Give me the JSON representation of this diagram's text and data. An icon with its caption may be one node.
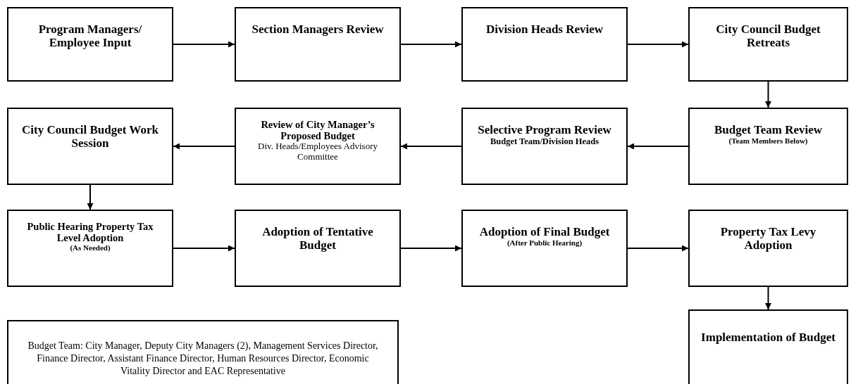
{
  "diagram": {
    "nodes": [
      {
        "text": [
          "Program Managers/ Employee Input"
        ]
      },
      {
        "text": [
          "Section Managers Review"
        ]
      },
      {
        "text": [
          "Division Heads Review"
        ]
      },
      {
        "text": [
          "City Council Budget Retreats"
        ]
      },
      {
        "text": [
          "City Council Budget Work Session"
        ]
      },
      {
        "text": [
          "Review of City Manager’s Proposed Budget",
          "Div. Heads/Employees Advisory Committee"
        ]
      },
      {
        "text": [
          "Selective Program Review",
          "Budget Team/Division Heads"
        ]
      },
      {
        "text": [
          "Budget Team Review",
          "(Team Members Below)"
        ]
      },
      {
        "text": [
          "Public Hearing Property Tax Level Adoption",
          "(As Needed)"
        ]
      },
      {
        "text": [
          "Adoption of Tentative Budget"
        ]
      },
      {
        "text": [
          "Adoption of Final Budget",
          "(After Public Hearing)"
        ]
      },
      {
        "text": [
          "Property Tax Levy Adoption"
        ]
      },
      {
        "text": [
          "Budget Team: City Manager, Deputy City Managers (2), Management Services Director, Finance Director, Assistant Finance Director, Human Resources Director, Economic Vitality Director and EAC Representative"
        ]
      },
      {
        "text": [
          "Implementation of Budget"
        ]
      }
    ],
    "edges": [
      {
        "from": 0,
        "to": 1,
        "arrow": "to"
      },
      {
        "from": 1,
        "to": 2,
        "arrow": "to"
      },
      {
        "from": 2,
        "to": 3,
        "arrow": "to"
      },
      {
        "from": 3,
        "to": 7,
        "arrow": "to"
      },
      {
        "from": 7,
        "to": 6,
        "arrow": "to"
      },
      {
        "from": 6,
        "to": 5,
        "arrow": "to"
      },
      {
        "from": 5,
        "to": 4,
        "arrow": "to"
      },
      {
        "from": 4,
        "to": 8,
        "arrow": "to"
      },
      {
        "from": 8,
        "to": 9,
        "arrow": "to"
      },
      {
        "from": 9,
        "to": 10,
        "arrow": "to"
      },
      {
        "from": 10,
        "to": 11,
        "arrow": "to"
      },
      {
        "from": 11,
        "to": 13,
        "arrow": "to"
      }
    ]
  }
}
